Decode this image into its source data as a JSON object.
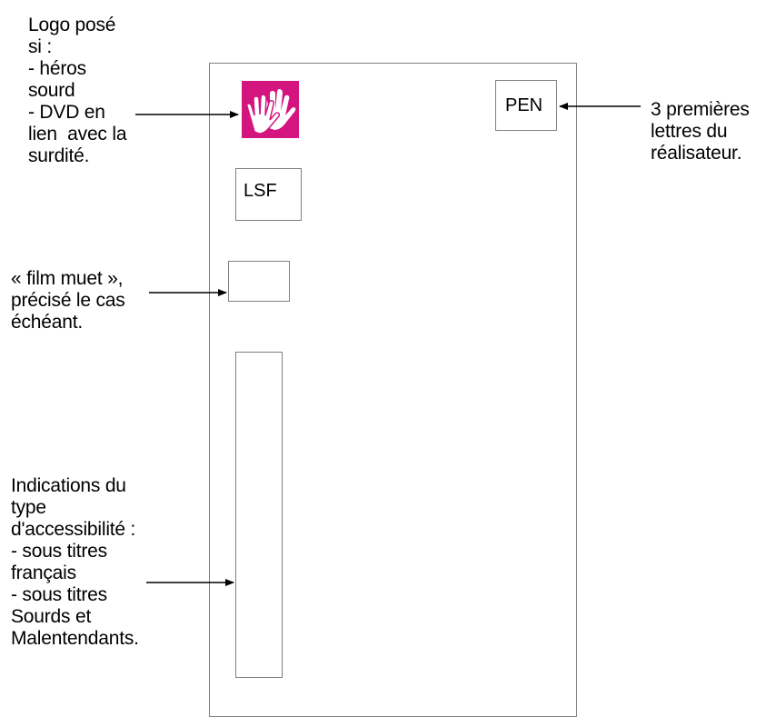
{
  "annotations": {
    "logo": [
      "Logo posé",
      "si :",
      "- héros",
      "sourd",
      "- DVD en",
      "lien  avec la",
      "surdité."
    ],
    "director": [
      "3 premières",
      "lettres du",
      "réalisateur."
    ],
    "silent_film": [
      "« film muet »,",
      "précisé le cas",
      "échéant."
    ],
    "accessibility": [
      "Indications du",
      "type",
      "d'accessibilité :",
      "- sous titres",
      "français",
      "- sous titres",
      "Sourds et",
      "Malentendants."
    ]
  },
  "boxes": {
    "director_code": "PEN",
    "lsf": "LSF",
    "silent_film_box": "",
    "accessibility_strip": ""
  },
  "logo": {
    "icon": "hands-sign-language-icon",
    "background": "#d4147f",
    "foreground": "#ffffff"
  },
  "colors": {
    "border": "#808080",
    "arrow": "#000000"
  }
}
